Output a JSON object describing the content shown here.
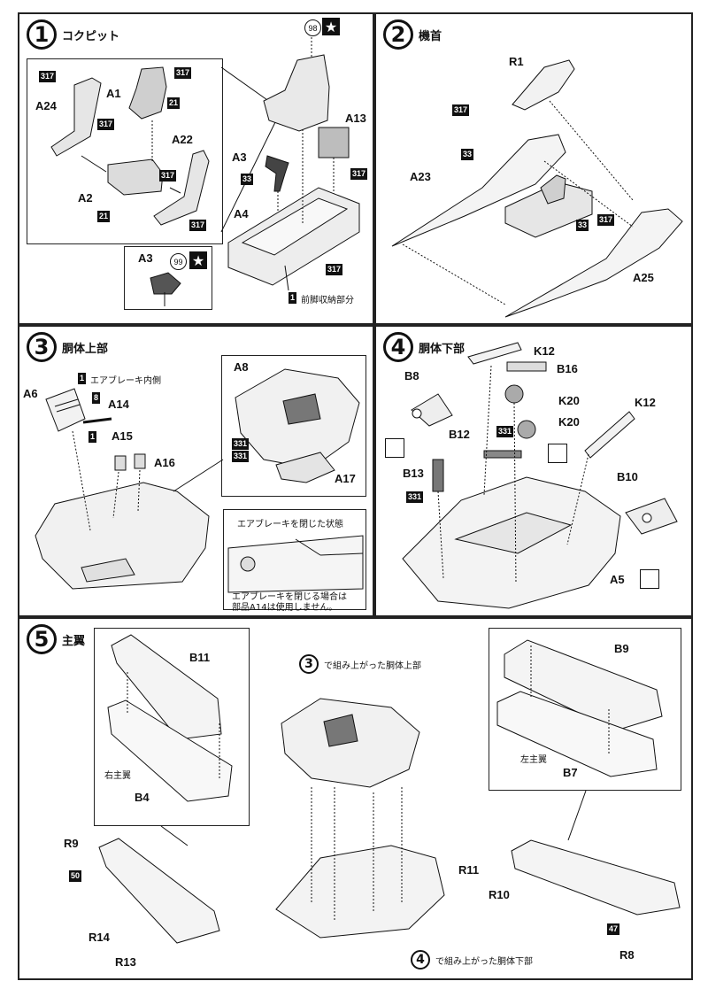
{
  "steps": [
    {
      "num": "1",
      "title": "コクピット"
    },
    {
      "num": "2",
      "title": "機首"
    },
    {
      "num": "3",
      "title": "胴体上部"
    },
    {
      "num": "4",
      "title": "胴体下部"
    },
    {
      "num": "5",
      "title": "主翼"
    }
  ],
  "paint_codes": {
    "c317": "317",
    "c21": "21",
    "c33": "33",
    "c331": "331",
    "c98": "98",
    "c99": "99",
    "c1": "1",
    "c8": "8",
    "c50": "50",
    "c47": "47"
  },
  "parts": {
    "A1": "A1",
    "A2": "A2",
    "A3": "A3",
    "A4": "A4",
    "A5": "A5",
    "A6": "A6",
    "A8": "A8",
    "A13": "A13",
    "A14": "A14",
    "A15": "A15",
    "A16": "A16",
    "A17": "A17",
    "A22": "A22",
    "A23": "A23",
    "A24": "A24",
    "A25": "A25",
    "B4": "B4",
    "B7": "B7",
    "B8": "B8",
    "B9": "B9",
    "B10": "B10",
    "B11": "B11",
    "B12": "B12",
    "B13": "B13",
    "K12": "K12",
    "K16": "B16",
    "K20": "K20",
    "R1": "R1",
    "R8": "R8",
    "R9": "R9",
    "R10": "R10",
    "R11": "R11",
    "R13": "R13",
    "R14": "R14"
  },
  "notes": {
    "front_gear": "前脚収納部分",
    "airbrake_inside": "エアブレーキ内側",
    "airbrake_closed_title": "エアブレーキを閉じた状態",
    "airbrake_closed_note1": "エアブレーキを閉じる場合は",
    "airbrake_closed_note2": "部品A14は使用しません。",
    "right_wing": "右主翼",
    "left_wing": "左主翼",
    "from3": "で組み上がった胴体上部",
    "from4": "で組み上がった胴体下部"
  },
  "icons": {
    "star": "★",
    "no_glue": "no-cement-icon"
  }
}
